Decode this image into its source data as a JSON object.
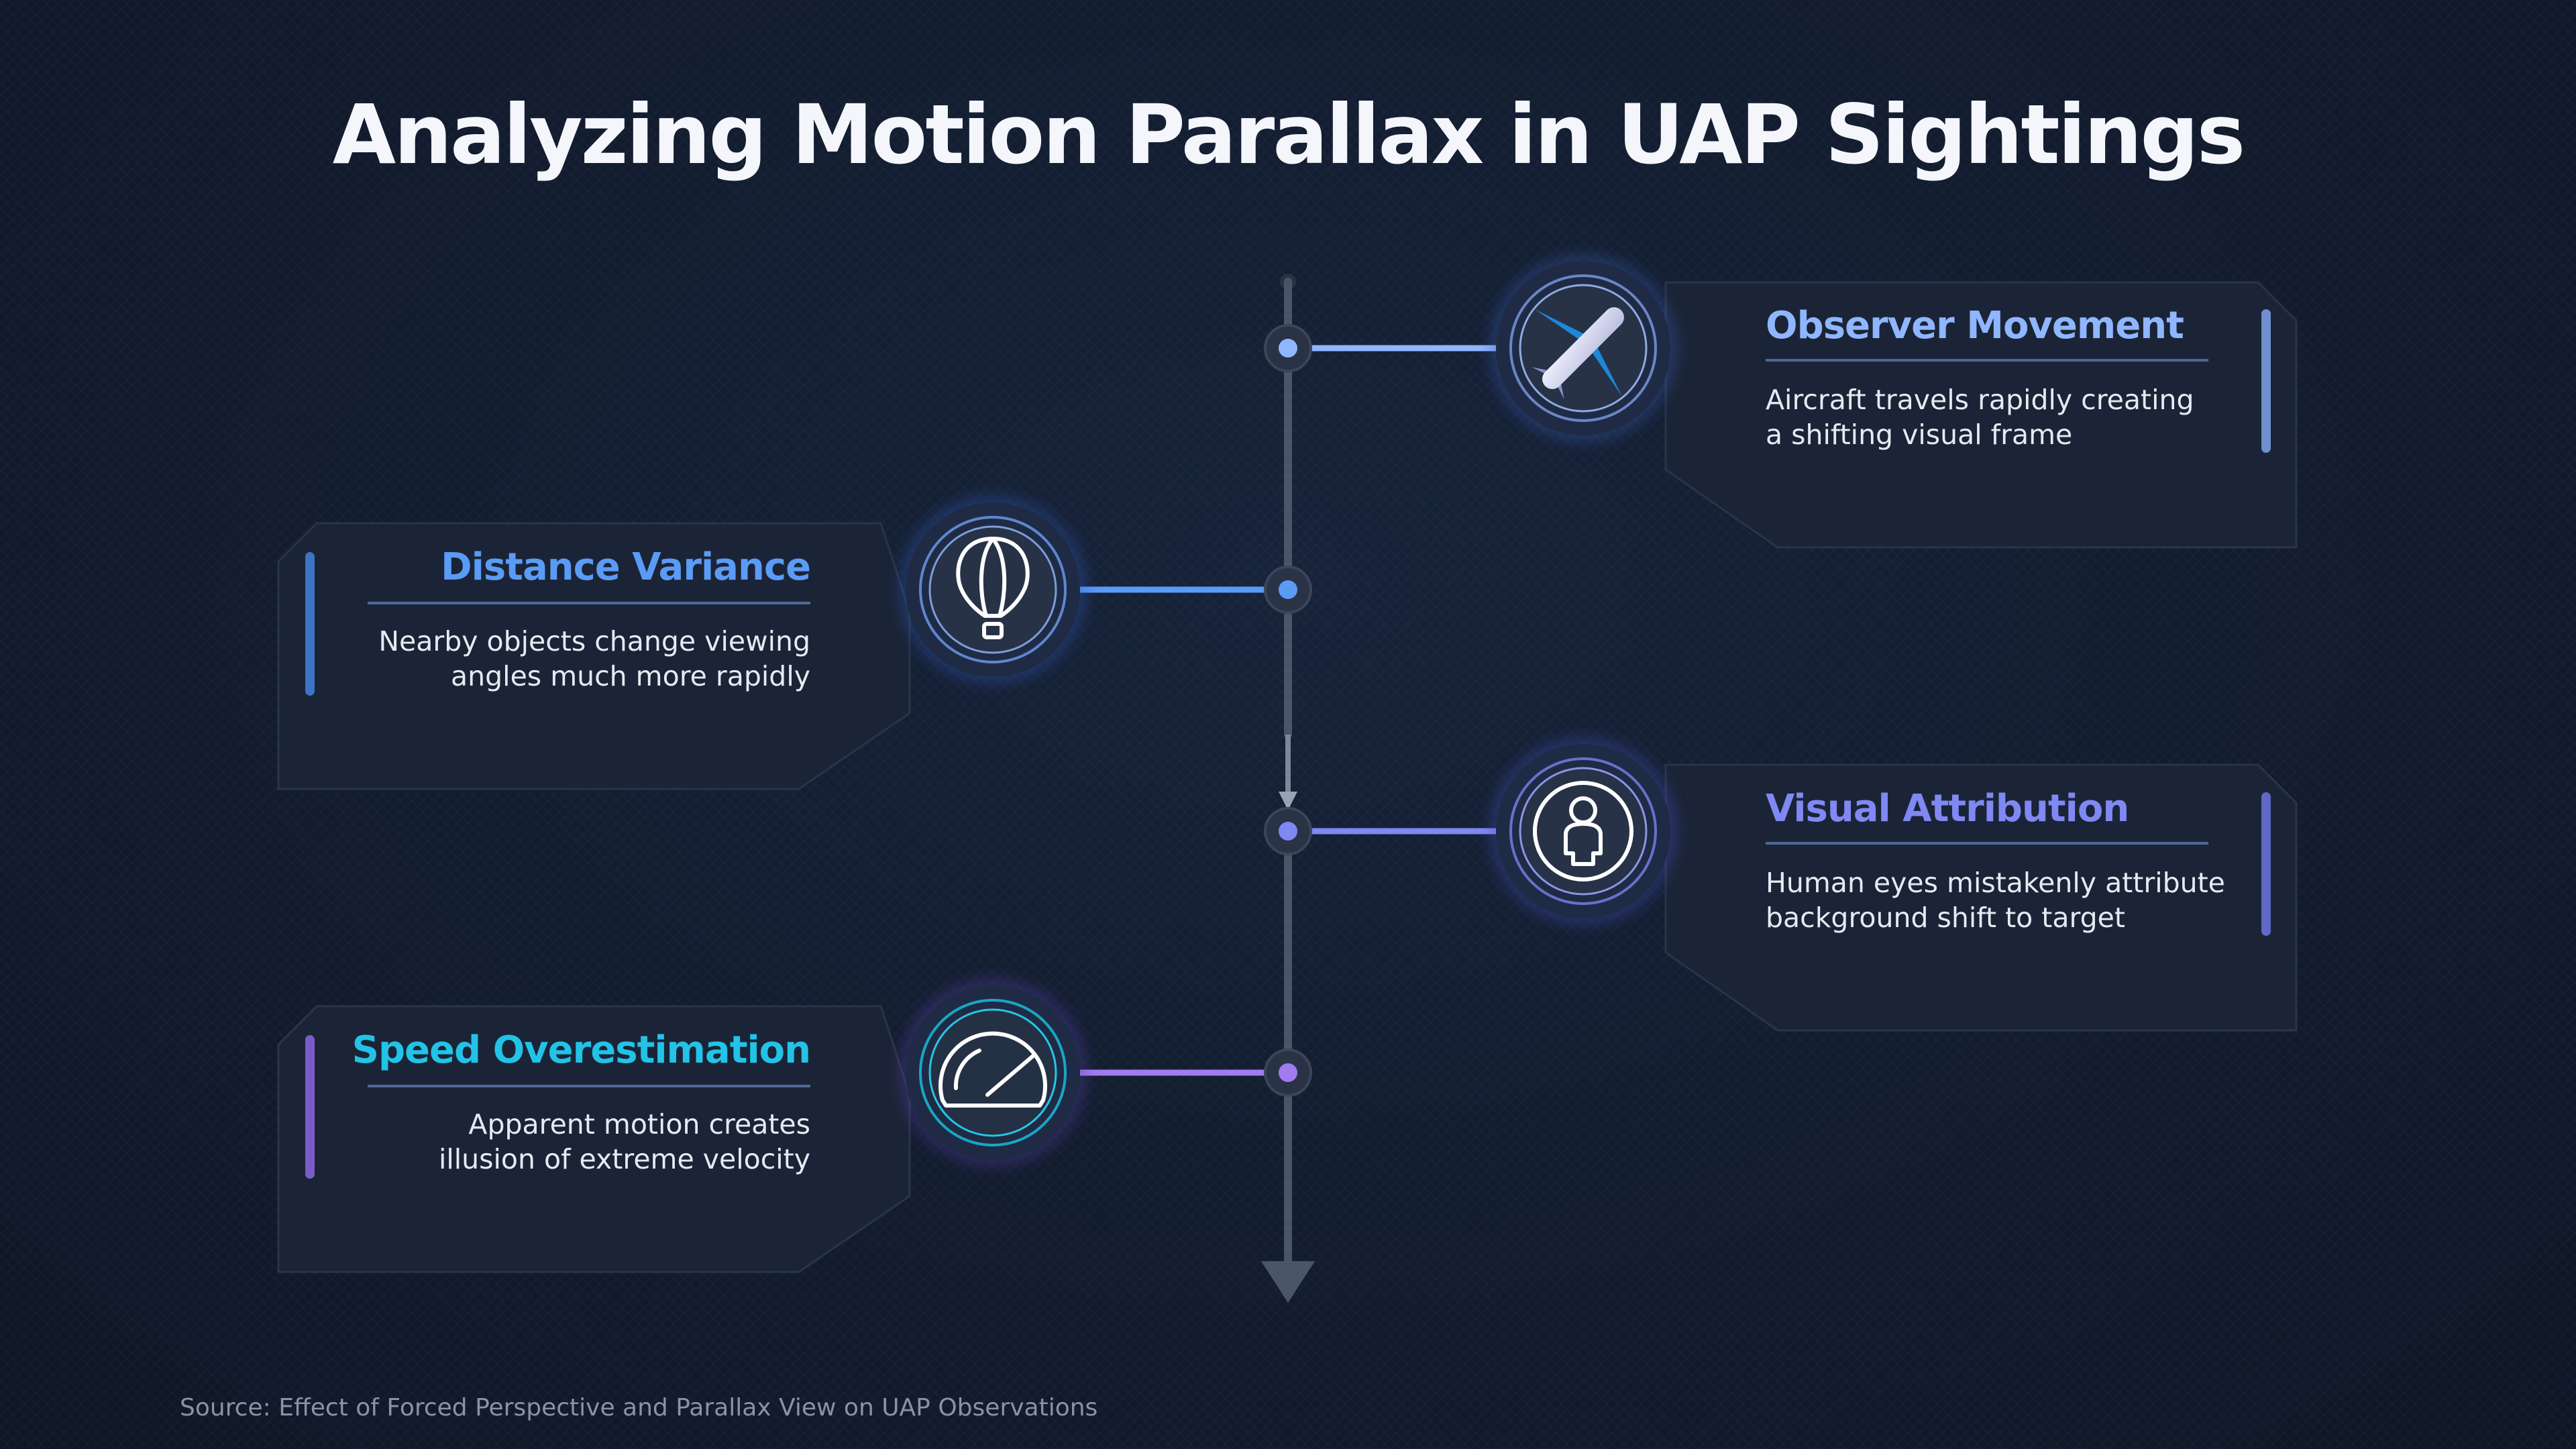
{
  "title": "Analyzing Motion Parallax in UAP Sightings",
  "source": "Source: Effect of Forced Perspective and Parallax View on UAP Observations",
  "steps": [
    {
      "title": "Observer Movement",
      "description": "Aircraft travels rapidly creating a shifting visual frame",
      "icon": "airplane-icon",
      "side": "right",
      "color": "#8fb6ff"
    },
    {
      "title": "Distance Variance",
      "description": "Nearby objects change viewing angles much more rapidly",
      "icon": "hot-air-balloon-icon",
      "side": "left",
      "color": "#5a9bf6"
    },
    {
      "title": "Visual Attribution",
      "description": "Human eyes mistakenly attribute background shift to target",
      "icon": "person-icon",
      "side": "right",
      "color": "#8088f4"
    },
    {
      "title": "Speed Overestimation",
      "description": "Apparent motion creates illusion of extreme velocity",
      "icon": "speedometer-icon",
      "side": "left",
      "color": "#22c3e6"
    }
  ],
  "colors": {
    "background": "#131c2e",
    "card": "#1b2436",
    "timeline": "#4b5568",
    "title": "#f4f6fb",
    "accent_purple": "#8b6ee0"
  }
}
